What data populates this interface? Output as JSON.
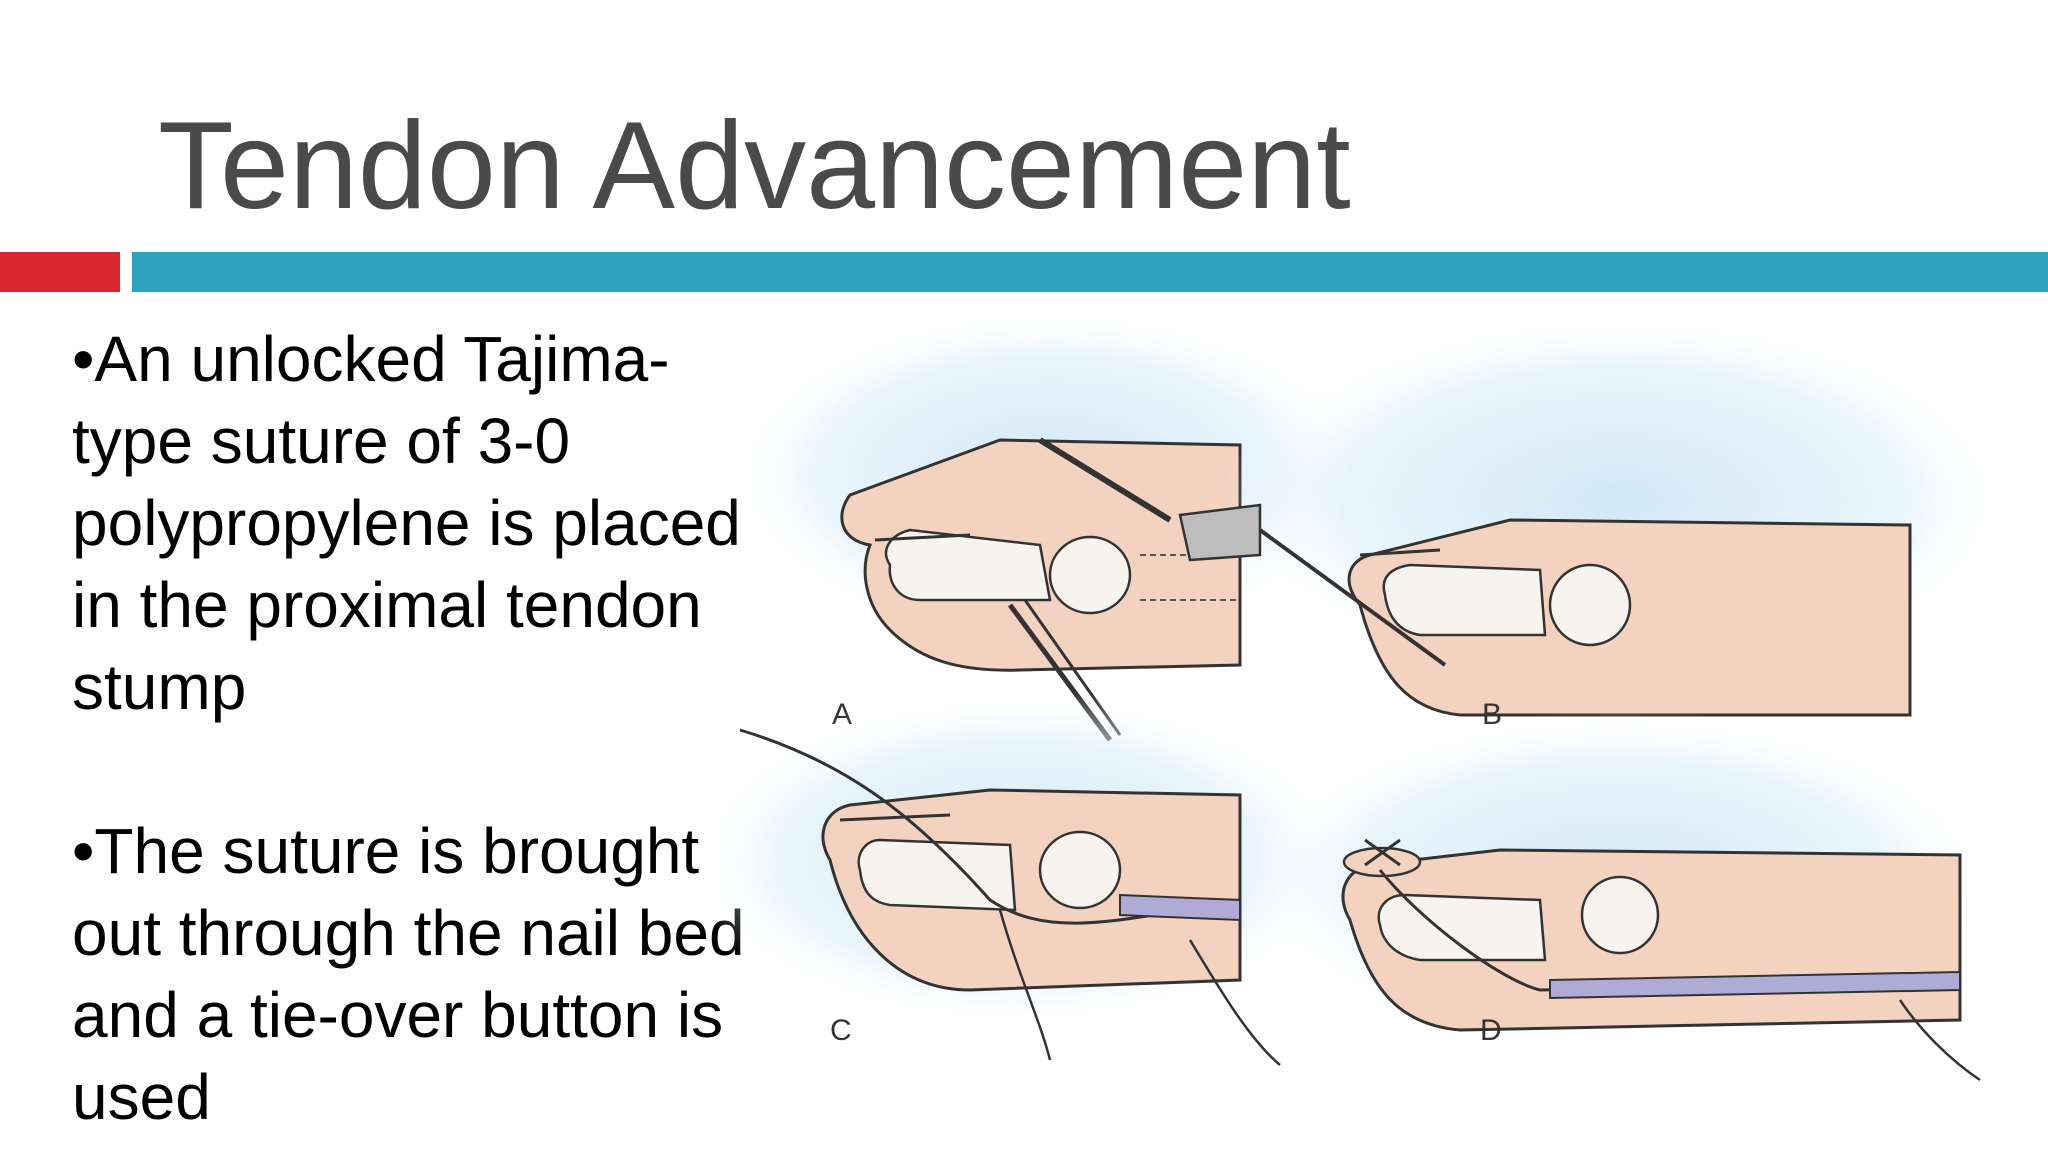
{
  "slide": {
    "title": "Tendon Advancement",
    "bullets": [
      "•An unlocked Tajima-type suture of 3-0 polypropylene is placed in the proximal tendon stump",
      "•The suture is brought out through the nail bed and a tie-over button is used"
    ]
  },
  "figure": {
    "panel_labels": [
      "A",
      "B",
      "C",
      "D"
    ]
  },
  "colors": {
    "accent_red": "#d9262e",
    "accent_blue": "#2ea3c0",
    "skin": "#f4d2c0",
    "bone": "#f7f4ef",
    "glow": "#cfe6f6",
    "ink": "#222222"
  }
}
